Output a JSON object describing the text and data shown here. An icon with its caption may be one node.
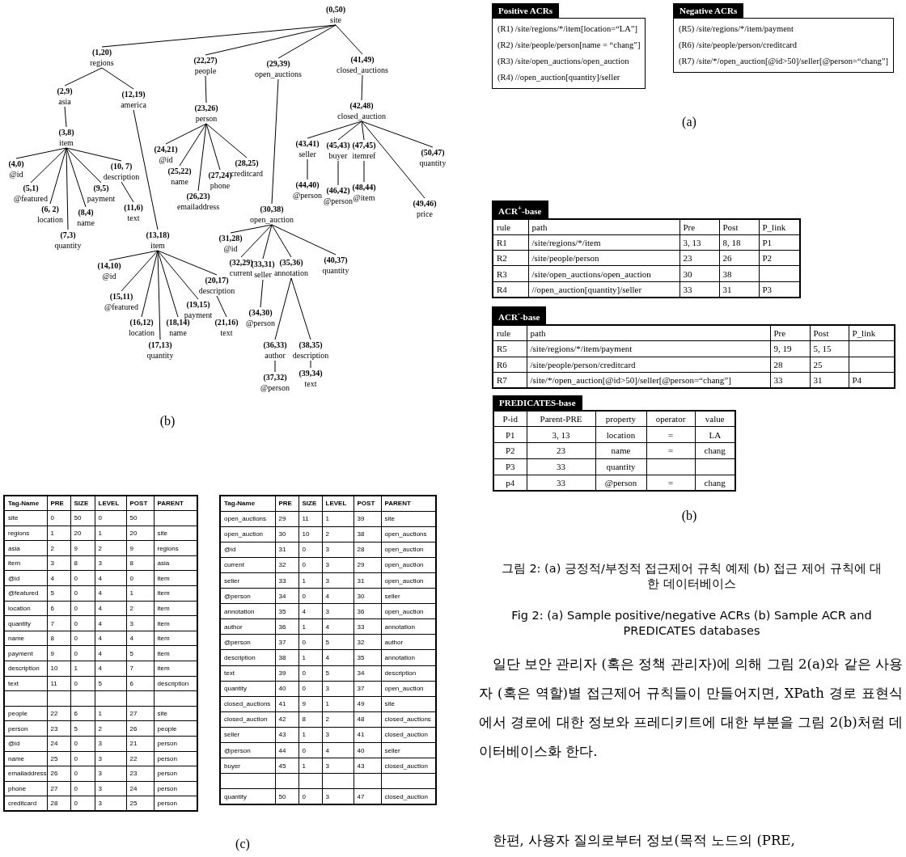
{
  "diagram": {
    "caption": "그림 2: (a) 긍정적/부정적 접근제어 규칙 예제 (b) 접근 제어 규칙에 대한 데이터베이스",
    "nodes": [
      {
        "text": [
          "(0,50)",
          "site"
        ]
      },
      {
        "text": [
          "(1,20)",
          "regions"
        ]
      },
      {
        "text": [
          "(22,27)",
          "people"
        ]
      },
      {
        "text": [
          "(29,39)",
          "open_auctions"
        ]
      },
      {
        "text": [
          "(41,49)",
          "closed_auctions"
        ]
      },
      {
        "text": [
          "(2,9)",
          "asia"
        ]
      },
      {
        "text": [
          "(12,19)",
          "america"
        ]
      },
      {
        "text": [
          "(3,8)",
          "item"
        ]
      },
      {
        "text": [
          "(23,26)",
          "person"
        ]
      },
      {
        "text": [
          "(42,48)",
          "closed_auction"
        ]
      },
      {
        "text": [
          "(4,0)",
          "@id"
        ]
      },
      {
        "text": [
          "(5,1)",
          "@featured"
        ]
      },
      {
        "text": [
          "(6, 2)",
          "location"
        ]
      },
      {
        "text": [
          "(7,3)",
          "quantity"
        ]
      },
      {
        "text": [
          "(8,4)",
          "name"
        ]
      },
      {
        "text": [
          "(9,5)",
          "payment"
        ]
      },
      {
        "text": [
          "(10, 7)",
          "description"
        ]
      },
      {
        "text": [
          "(11,6)",
          "text"
        ]
      },
      {
        "text": [
          "(13,18)",
          "item"
        ]
      },
      {
        "text": [
          "(24,21)",
          "@id"
        ]
      },
      {
        "text": [
          "(25,22)",
          "name"
        ]
      },
      {
        "text": [
          "(26,23)",
          "emailaddress"
        ]
      },
      {
        "text": [
          "(27,24)",
          "phone"
        ]
      },
      {
        "text": [
          "(28,25)",
          "creditcard"
        ]
      },
      {
        "text": [
          "(43,41)",
          "seller"
        ]
      },
      {
        "text": [
          "(45,43)",
          "buyer"
        ]
      },
      {
        "text": [
          "(47,45)",
          "itemref"
        ]
      },
      {
        "text": [
          "(50,47)",
          "quantity"
        ]
      },
      {
        "text": [
          "(44,40)",
          "@person"
        ]
      },
      {
        "text": [
          "(46,42)",
          "@person"
        ]
      },
      {
        "text": [
          "(48,44)",
          "@item"
        ]
      },
      {
        "text": [
          "(49,46)",
          "price"
        ]
      },
      {
        "text": [
          "(30,38)",
          "open_auction"
        ]
      },
      {
        "text": [
          "(31,28)",
          "@id"
        ]
      },
      {
        "text": [
          "(32,29)",
          "current"
        ]
      },
      {
        "text": [
          "(33,31)",
          "seller"
        ]
      },
      {
        "text": [
          "(35,36)",
          "annotation"
        ]
      },
      {
        "text": [
          "(40,37)",
          "quantity"
        ]
      },
      {
        "text": [
          "(34,30)",
          "@person"
        ]
      },
      {
        "text": [
          "(36,33)",
          "author"
        ]
      },
      {
        "text": [
          "(38,35)",
          "description"
        ]
      },
      {
        "text": [
          "(37,32)",
          "@person"
        ]
      },
      {
        "text": [
          "(39,34)",
          "text"
        ]
      },
      {
        "text": [
          "(14,10)",
          "@id"
        ]
      },
      {
        "text": [
          "(15,11)",
          "@featured"
        ]
      },
      {
        "text": [
          "(16,12)",
          "location"
        ]
      },
      {
        "text": [
          "(17,13)",
          "quantity"
        ]
      },
      {
        "text": [
          "(18,14)",
          "name"
        ]
      },
      {
        "text": [
          "(19,15)",
          "payment"
        ]
      },
      {
        "text": [
          "(20,17)",
          "description"
        ]
      },
      {
        "text": [
          "(21,16)",
          "text"
        ]
      },
      {
        "text": [
          "Positive ACRs",
          "(R1) /site/regions/*/item[location=“LA”]",
          "(R2) /site/people/person[name = “chang”]",
          "(R3) /site/open_auctions/open_auction",
          "(R4) //open_auction[quantity]/seller"
        ]
      },
      {
        "text": [
          "Negative ACRs",
          "(R5) /site/regions/*/item/payment",
          "(R6) /site/people/person/creditcard",
          "(R7) /site/*/open_auction[@id>50]/seller[@person=“chang”]"
        ]
      },
      {
        "text": [
          "ACR$^{+}$-base",
          "rule",
          "path",
          "Pre",
          "Post",
          "P_link",
          "R1",
          "/site/regions/*/item",
          "3, 13",
          "8, 18",
          "P1",
          "R2",
          "/site/people/person",
          "23",
          "26",
          "P2",
          "R3",
          "/site/open_auctions/open_auction",
          "30",
          "38",
          "R4",
          "//open_auction[quantity]/seller",
          "33",
          "31",
          "P3"
        ]
      },
      {
        "text": [
          "ACR$^{-}$-base",
          "rule",
          "path",
          "Pre",
          "Post",
          "P_link",
          "R5",
          "/site/regions/*/item/payment",
          "9, 19",
          "5, 15",
          "R6",
          "/site/people/person/creditcard",
          "28",
          "25",
          "R7",
          "/site/*/open_auction[@id>50]/seller[@person=“chang”]",
          "33",
          "31",
          "P4"
        ]
      },
      {
        "text": [
          "PREDICATES-base",
          "P-id",
          "Parent-PRE",
          "property",
          "operator",
          "value",
          "P1",
          "3, 13",
          "location",
          "=",
          "LA",
          "P2",
          "23",
          "name",
          "=",
          "chang",
          "P3",
          "33",
          "quantity",
          "p4",
          "33",
          "@person",
          "=",
          "chang"
        ]
      },
      {
        "text": [
          "Tag-Name",
          "PRE",
          "SIZE",
          "LEVEL",
          "POST",
          "PARENT",
          "site",
          "0",
          "50",
          "0",
          "50",
          "regions",
          "1",
          "20",
          "1",
          "20",
          "site",
          "asia",
          "2",
          "9",
          "2",
          "9",
          "regions",
          "item",
          "3",
          "8",
          "3",
          "8",
          "asia",
          "@id",
          "4",
          "0",
          "4",
          "0",
          "item",
          "@featured",
          "5",
          "0",
          "4",
          "1",
          "item",
          "location",
          "6",
          "0",
          "4",
          "2",
          "item",
          "quantity",
          "7",
          "0",
          "4",
          "3",
          "item",
          "name",
          "8",
          "0",
          "4",
          "4",
          "item",
          "payment",
          "9",
          "0",
          "4",
          "5",
          "item",
          "description",
          "10",
          "1",
          "4",
          "7",
          "item",
          "text",
          "11",
          "0",
          "5",
          "6",
          "description",
          "people",
          "22",
          "6",
          "1",
          "27",
          "site",
          "person",
          "23",
          "5",
          "2",
          "26",
          "people",
          "@id",
          "24",
          "0",
          "3",
          "21",
          "person",
          "name",
          "25",
          "0",
          "3",
          "22",
          "person",
          "emailaddress",
          "26",
          "0",
          "3",
          "23",
          "person",
          "phone",
          "27",
          "0",
          "3",
          "24",
          "person",
          "creditcard",
          "28",
          "0",
          "3",
          "25",
          "person"
        ]
      },
      {
        "text": [
          "Tag-Name",
          "PRE",
          "SIZE",
          "LEVEL",
          "POST",
          "PARENT",
          "open_auctions",
          "29",
          "11",
          "1",
          "39",
          "site",
          "open_auction",
          "30",
          "10",
          "2",
          "38",
          "open_auctions",
          "@id",
          "31",
          "0",
          "3",
          "28",
          "open_auction",
          "current",
          "32",
          "0",
          "3",
          "29",
          "open_auction",
          "seller",
          "33",
          "1",
          "3",
          "31",
          "open_auction",
          "@person",
          "34",
          "0",
          "4",
          "30",
          "seller",
          "annotation",
          "35",
          "4",
          "3",
          "36",
          "open_auction",
          "author",
          "36",
          "1",
          "4",
          "33",
          "annotation",
          "@person",
          "37",
          "0",
          "5",
          "32",
          "author",
          "description",
          "38",
          "1",
          "4",
          "35",
          "annotation",
          "text",
          "39",
          "0",
          "5",
          "34",
          "description",
          "quantity",
          "40",
          "0",
          "3",
          "37",
          "open_auction",
          "closed_auctions",
          "41",
          "9",
          "1",
          "49",
          "site",
          "closed_auction",
          "42",
          "8",
          "2",
          "48",
          "closed_auctions",
          "seller",
          "43",
          "1",
          "3",
          "41",
          "closed_auction",
          "@person",
          "44",
          "0",
          "4",
          "40",
          "seller",
          "buyer",
          "45",
          "1",
          "3",
          "43",
          "closed_auction",
          "quantity",
          "50",
          "0",
          "3",
          "47",
          "closed_auction"
        ]
      }
    ],
    "edges": [
      {
        "from": 0,
        "to": 1,
        "arrow": "none"
      },
      {
        "from": 0,
        "to": 2,
        "arrow": "none"
      },
      {
        "from": 0,
        "to": 3,
        "arrow": "none"
      },
      {
        "from": 0,
        "to": 4,
        "arrow": "none"
      },
      {
        "from": 1,
        "to": 5,
        "arrow": "none"
      },
      {
        "from": 1,
        "to": 6,
        "arrow": "none"
      },
      {
        "from": 5,
        "to": 7,
        "arrow": "none"
      },
      {
        "from": 2,
        "to": 8,
        "arrow": "none"
      },
      {
        "from": 4,
        "to": 9,
        "arrow": "none"
      },
      {
        "from": 7,
        "to": 10,
        "arrow": "none"
      },
      {
        "from": 7,
        "to": 11,
        "arrow": "none"
      },
      {
        "from": 7,
        "to": 12,
        "arrow": "none"
      },
      {
        "from": 7,
        "to": 13,
        "arrow": "none"
      },
      {
        "from": 7,
        "to": 14,
        "arrow": "none"
      },
      {
        "from": 7,
        "to": 15,
        "arrow": "none"
      },
      {
        "from": 7,
        "to": 16,
        "arrow": "none"
      },
      {
        "from": 16,
        "to": 17,
        "arrow": "none"
      },
      {
        "from": 6,
        "to": 18,
        "arrow": "none"
      },
      {
        "from": 8,
        "to": 19,
        "arrow": "none"
      },
      {
        "from": 8,
        "to": 20,
        "arrow": "none"
      },
      {
        "from": 8,
        "to": 21,
        "arrow": "none"
      },
      {
        "from": 8,
        "to": 22,
        "arrow": "none"
      },
      {
        "from": 8,
        "to": 23,
        "arrow": "none"
      },
      {
        "from": 9,
        "to": 24,
        "arrow": "none"
      },
      {
        "from": 9,
        "to": 25,
        "arrow": "none"
      },
      {
        "from": 9,
        "to": 26,
        "arrow": "none"
      },
      {
        "from": 9,
        "to": 27,
        "arrow": "none"
      },
      {
        "from": 24,
        "to": 28,
        "arrow": "none"
      },
      {
        "from": 25,
        "to": 29,
        "arrow": "none"
      },
      {
        "from": 26,
        "to": 30,
        "arrow": "none"
      },
      {
        "from": 9,
        "to": 31,
        "arrow": "none"
      },
      {
        "from": 3,
        "to": 32,
        "arrow": "none"
      },
      {
        "from": 32,
        "to": 33,
        "arrow": "none"
      },
      {
        "from": 32,
        "to": 34,
        "arrow": "none"
      },
      {
        "from": 32,
        "to": 35,
        "arrow": "none"
      },
      {
        "from": 32,
        "to": 36,
        "arrow": "none"
      },
      {
        "from": 32,
        "to": 37,
        "arrow": "none"
      },
      {
        "from": 35,
        "to": 38,
        "arrow": "none"
      },
      {
        "from": 36,
        "to": 39,
        "arrow": "none"
      },
      {
        "from": 36,
        "to": 40,
        "arrow": "none"
      },
      {
        "from": 39,
        "to": 41,
        "arrow": "none"
      },
      {
        "from": 40,
        "to": 42,
        "arrow": "none"
      },
      {
        "from": 18,
        "to": 43,
        "arrow": "none"
      },
      {
        "from": 18,
        "to": 44,
        "arrow": "none"
      },
      {
        "from": 18,
        "to": 45,
        "arrow": "none"
      },
      {
        "from": 18,
        "to": 46,
        "arrow": "none"
      },
      {
        "from": 18,
        "to": 47,
        "arrow": "none"
      },
      {
        "from": 18,
        "to": 48,
        "arrow": "none"
      },
      {
        "from": 18,
        "to": 49,
        "arrow": "none"
      },
      {
        "from": 49,
        "to": 50,
        "arrow": "none"
      }
    ],
    "labels": [
      "(a)",
      "(b)",
      "(b)",
      "Fig 2: (a) Sample positive/negative ACRs (b) Sample ACR and PREDICATES databases",
      "일단 보안 관리자 (혹은 정책 관리자)에 의해 그림 2(a)와 같은 사용자 (혹은 역할)별 접근제어 규칙들이 만들어지면, XPath 경로 표현식에서 경로에 대한 정보와 프레디키트에 대한 부분을 그림 2(b)처럼 데이터베이스화 한다.",
      "한편, 사용자 질의로부터 정보(목적 노드의 (PRE,",
      "(c)"
    ]
  }
}
